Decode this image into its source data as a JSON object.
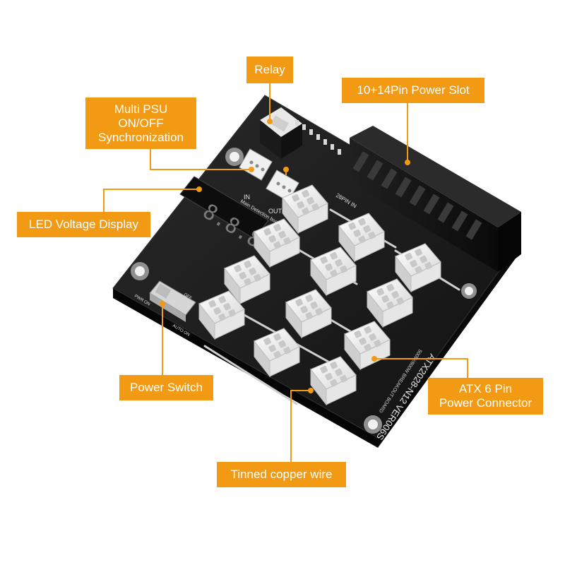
{
  "labels": {
    "relay": "Relay",
    "power_slot": "10+14Pin Power Slot",
    "multi_psu": [
      "Multi PSU",
      "ON/OFF",
      "Synchronization"
    ],
    "led_display": "LED Voltage Display",
    "power_switch": "Power Switch",
    "atx_connector": [
      "ATX 6 Pin",
      "Power Connector"
    ],
    "copper_wire": "Tinned copper wire"
  },
  "board_print": {
    "model": "ATX2028-N12 VER006S",
    "subtitle": "500W/800W BREAKOUT BOARD",
    "pin_in": "28PIN IN",
    "detection": "Main Detection board",
    "in": "IN",
    "out": "OUT",
    "pwr_on": "PWR ON",
    "auto_on": "AUTO ON",
    "off": "OFF",
    "display_digits": "8.8.8.8"
  },
  "colors": {
    "callout": "#f29a13",
    "board": "#1b1b1b",
    "connector": "#f4f4f4",
    "leader_line": "#f29a13"
  }
}
